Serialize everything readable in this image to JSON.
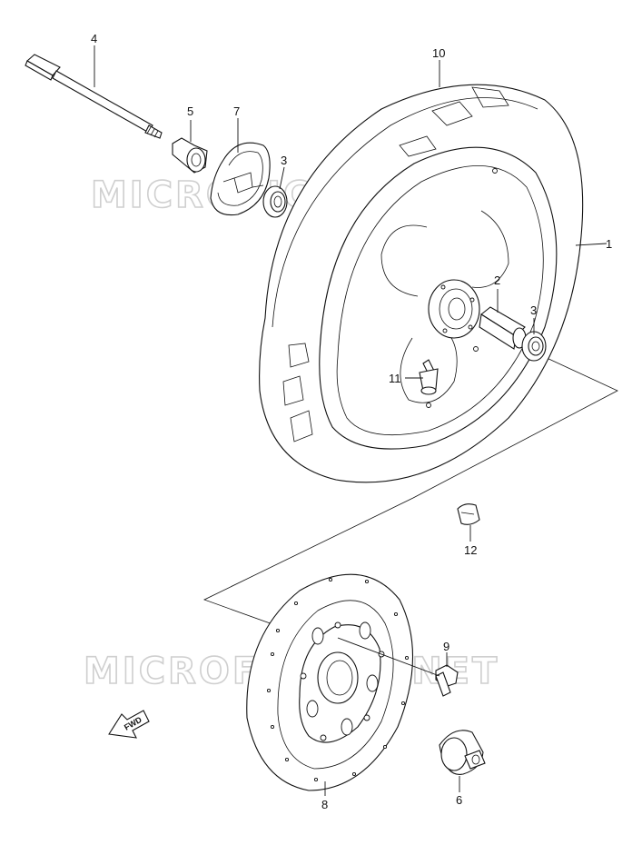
{
  "watermark": {
    "top": "MICROFICHES.NET",
    "bottom": "MICROFICHES.NET"
  },
  "fwd_label": "FWD",
  "callouts": [
    {
      "id": "1",
      "label": "1"
    },
    {
      "id": "2",
      "label": "2"
    },
    {
      "id": "3a",
      "label": "3"
    },
    {
      "id": "3b",
      "label": "3"
    },
    {
      "id": "4",
      "label": "4"
    },
    {
      "id": "5",
      "label": "5"
    },
    {
      "id": "6",
      "label": "6"
    },
    {
      "id": "7",
      "label": "7"
    },
    {
      "id": "8",
      "label": "8"
    },
    {
      "id": "9",
      "label": "9"
    },
    {
      "id": "10",
      "label": "10"
    },
    {
      "id": "11",
      "label": "11"
    },
    {
      "id": "12",
      "label": "12"
    }
  ]
}
